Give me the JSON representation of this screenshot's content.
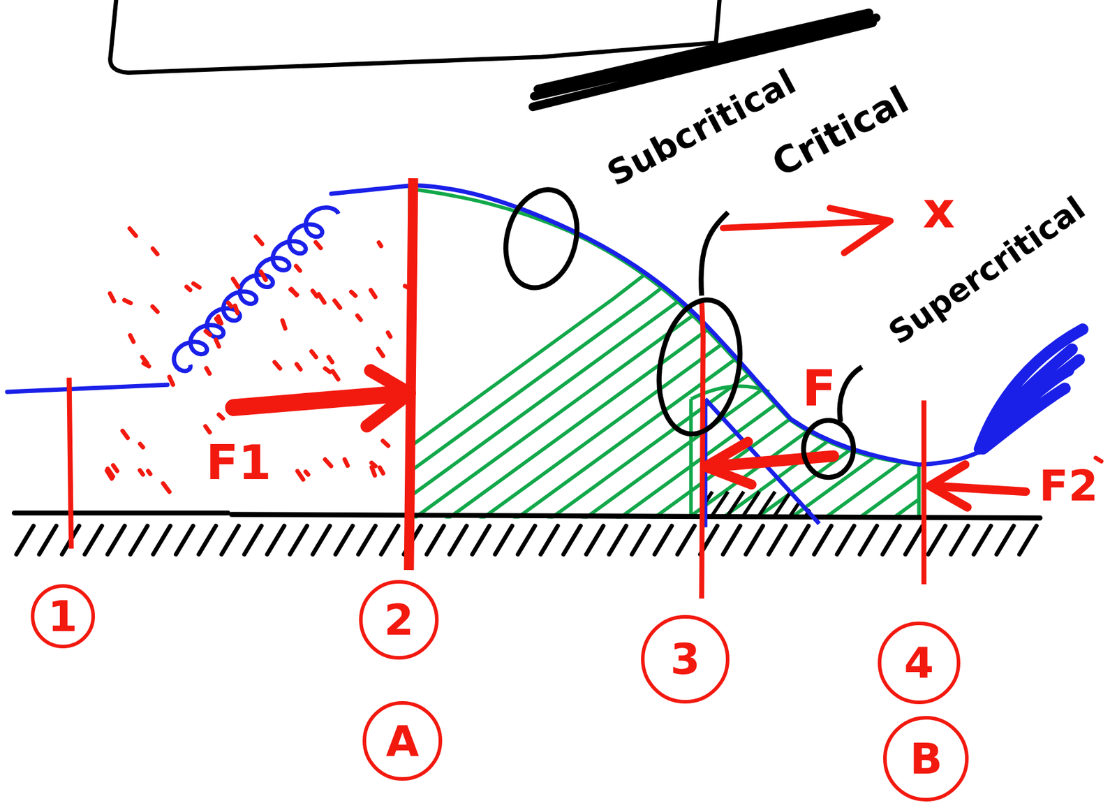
{
  "diagram": {
    "nodes": [
      {
        "text": [
          "1"
        ]
      },
      {
        "text": [
          "2"
        ]
      },
      {
        "text": [
          "3"
        ]
      },
      {
        "text": [
          "4"
        ]
      },
      {
        "text": [
          "A"
        ]
      },
      {
        "text": [
          "B"
        ]
      }
    ],
    "labels": [
      "Subcritical",
      "Critical",
      "Supercritical",
      "x",
      "F1",
      "F",
      "F2"
    ]
  }
}
